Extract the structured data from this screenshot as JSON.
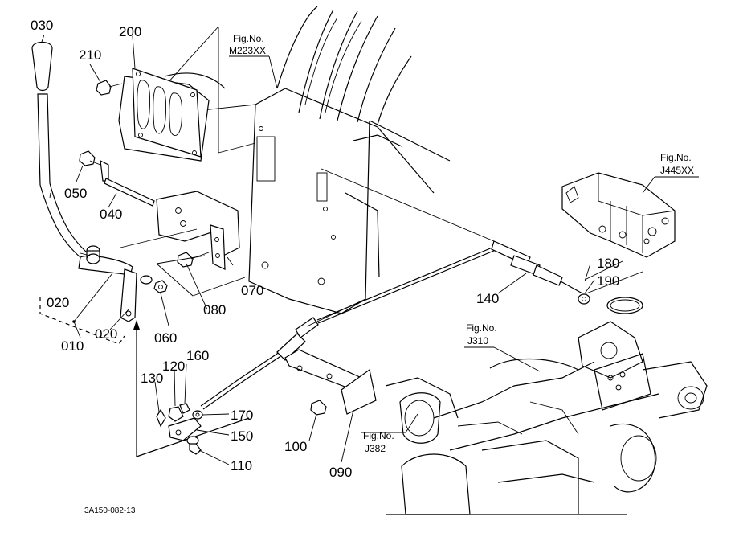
{
  "parts": [
    {
      "id": "030",
      "text": "030"
    },
    {
      "id": "200",
      "text": "200"
    },
    {
      "id": "210",
      "text": "210"
    },
    {
      "id": "050",
      "text": "050"
    },
    {
      "id": "040",
      "text": "040"
    },
    {
      "id": "020a",
      "text": "020"
    },
    {
      "id": "020b",
      "text": "020"
    },
    {
      "id": "010",
      "text": "010"
    },
    {
      "id": "060",
      "text": "060"
    },
    {
      "id": "070",
      "text": "070"
    },
    {
      "id": "080",
      "text": "080"
    },
    {
      "id": "130",
      "text": "130"
    },
    {
      "id": "120",
      "text": "120"
    },
    {
      "id": "160",
      "text": "160"
    },
    {
      "id": "170",
      "text": "170"
    },
    {
      "id": "150",
      "text": "150"
    },
    {
      "id": "110",
      "text": "110"
    },
    {
      "id": "100",
      "text": "100"
    },
    {
      "id": "090",
      "text": "090"
    },
    {
      "id": "140",
      "text": "140"
    },
    {
      "id": "180",
      "text": "180"
    },
    {
      "id": "190",
      "text": "190"
    }
  ],
  "figure_refs": [
    {
      "id": "m223",
      "label": "Fig.No.",
      "code": "M223XX"
    },
    {
      "id": "j445",
      "label": "Fig.No.",
      "code": "J445XX"
    },
    {
      "id": "j310",
      "label": "Fig.No.",
      "code": "J310"
    },
    {
      "id": "j382",
      "label": "Fig.No.",
      "code": "J382"
    }
  ],
  "drawing_code": "3A150-082-13"
}
